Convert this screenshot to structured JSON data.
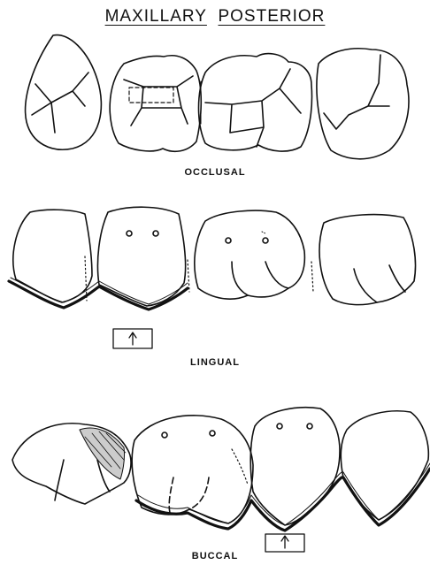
{
  "title": {
    "word1": "MAXILLARY",
    "word2": "POSTERIOR"
  },
  "captions": {
    "occlusal": "OCCLUSAL",
    "lingual": "LINGUAL",
    "buccal": "BUCCAL"
  },
  "colors": {
    "ink": "#111111",
    "paper": "#ffffff"
  },
  "icons": {
    "arrow": "up-arrow-icon"
  }
}
